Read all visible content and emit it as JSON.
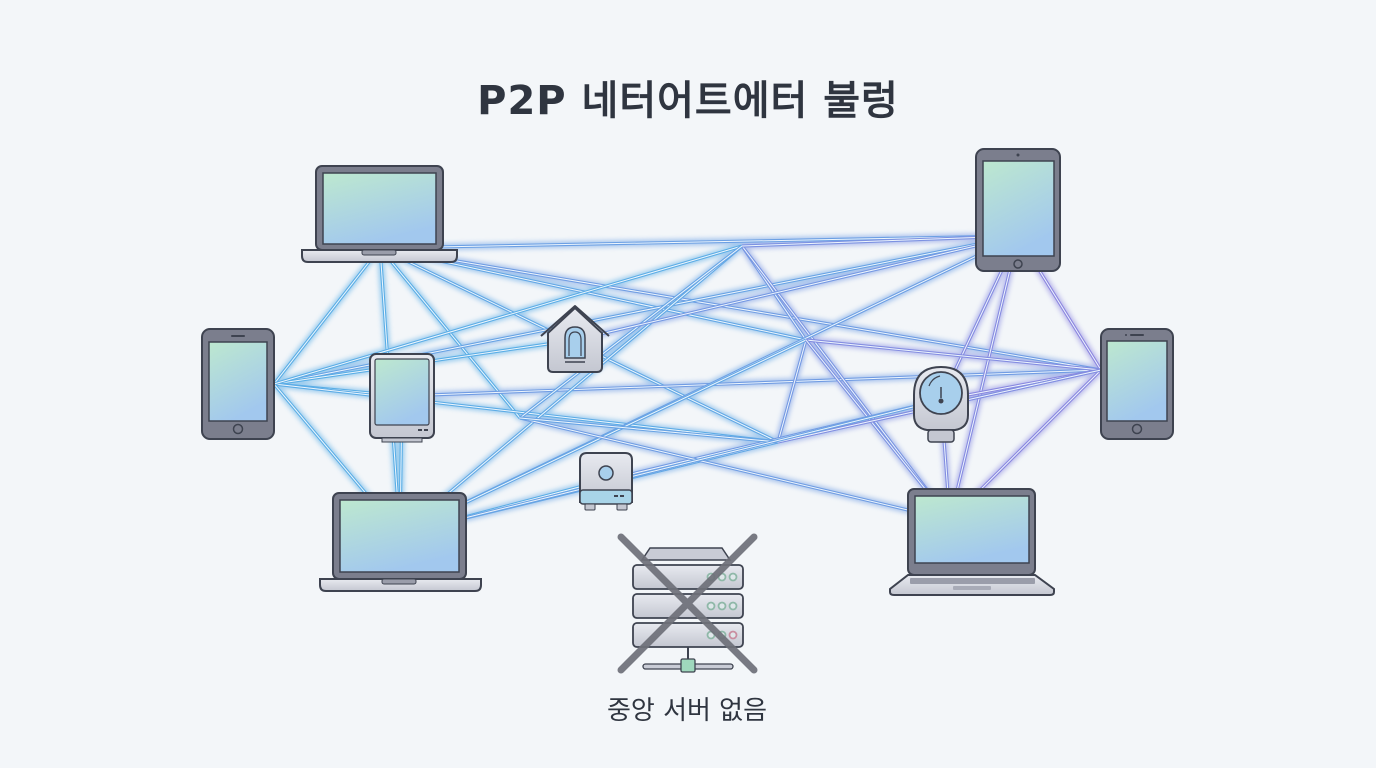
{
  "title": "P2P 네터어트에터 불렁",
  "caption": "중앙 서버 없음",
  "colors": {
    "background": "#f3f6f9",
    "link_blue": "#5aaee6",
    "link_purple": "#8d86e0",
    "device_frame": "#7a7d8c",
    "device_outline": "#3e4350",
    "screen_top": "#b8e6cc",
    "screen_bottom": "#a4c9ee",
    "cross": "#6e7079",
    "server_body": "#c9ccd6"
  },
  "nodes": [
    {
      "id": "laptop-top-left",
      "type": "laptop",
      "label": "laptop"
    },
    {
      "id": "phone-left",
      "type": "phone",
      "label": "smartphone"
    },
    {
      "id": "tablet-small-left",
      "type": "small-tablet",
      "label": "small tablet"
    },
    {
      "id": "laptop-bottom-left",
      "type": "laptop",
      "label": "laptop"
    },
    {
      "id": "smart-home-hub",
      "type": "smart-home",
      "label": "smart home hub"
    },
    {
      "id": "speaker-device",
      "type": "speaker",
      "label": "smart speaker"
    },
    {
      "id": "tablet-top-right",
      "type": "tablet",
      "label": "tablet"
    },
    {
      "id": "phone-right",
      "type": "phone",
      "label": "smartphone"
    },
    {
      "id": "thermostat",
      "type": "thermostat",
      "label": "smart thermostat"
    },
    {
      "id": "laptop-bottom-right",
      "type": "laptop",
      "label": "laptop"
    },
    {
      "id": "hub-center-top",
      "type": "junction",
      "label": "junction"
    },
    {
      "id": "hub-center-mid",
      "type": "junction",
      "label": "junction"
    },
    {
      "id": "hub-center-low",
      "type": "junction",
      "label": "junction"
    },
    {
      "id": "hub-left-mid",
      "type": "junction",
      "label": "junction"
    }
  ],
  "edges": [
    [
      "laptop-top-left",
      "tablet-top-right"
    ],
    [
      "laptop-top-left",
      "hub-center-mid"
    ],
    [
      "laptop-top-left",
      "phone-left"
    ],
    [
      "laptop-top-left",
      "laptop-bottom-left"
    ],
    [
      "laptop-top-left",
      "hub-left-mid"
    ],
    [
      "laptop-top-left",
      "hub-center-low"
    ],
    [
      "laptop-top-left",
      "phone-right"
    ],
    [
      "phone-left",
      "tablet-top-right"
    ],
    [
      "phone-left",
      "smart-home-hub"
    ],
    [
      "phone-left",
      "tablet-small-left"
    ],
    [
      "phone-left",
      "hub-center-low"
    ],
    [
      "phone-left",
      "laptop-bottom-left"
    ],
    [
      "tablet-small-left",
      "laptop-bottom-left"
    ],
    [
      "tablet-small-left",
      "phone-right"
    ],
    [
      "hub-center-top",
      "phone-left"
    ],
    [
      "hub-center-top",
      "laptop-bottom-left"
    ],
    [
      "hub-center-top",
      "hub-center-mid"
    ],
    [
      "hub-center-top",
      "laptop-bottom-right"
    ],
    [
      "hub-center-top",
      "hub-left-mid"
    ],
    [
      "tablet-top-right",
      "hub-center-top"
    ],
    [
      "tablet-top-right",
      "smart-home-hub"
    ],
    [
      "tablet-top-right",
      "laptop-bottom-left"
    ],
    [
      "tablet-top-right",
      "thermostat"
    ],
    [
      "tablet-top-right",
      "laptop-bottom-right"
    ],
    [
      "tablet-top-right",
      "phone-right"
    ],
    [
      "hub-center-mid",
      "phone-right"
    ],
    [
      "hub-center-mid",
      "hub-center-low"
    ],
    [
      "hub-center-mid",
      "laptop-bottom-left"
    ],
    [
      "hub-center-mid",
      "laptop-bottom-right"
    ],
    [
      "phone-right",
      "thermostat"
    ],
    [
      "phone-right",
      "laptop-bottom-right"
    ],
    [
      "phone-right",
      "speaker-device"
    ],
    [
      "phone-right",
      "hub-center-low"
    ],
    [
      "thermostat",
      "laptop-bottom-right"
    ],
    [
      "thermostat",
      "speaker-device"
    ],
    [
      "hub-center-low",
      "laptop-bottom-left"
    ],
    [
      "hub-left-mid",
      "laptop-bottom-right"
    ],
    [
      "hub-left-mid",
      "hub-center-low"
    ],
    [
      "laptop-bottom-left",
      "speaker-device"
    ],
    [
      "laptop-bottom-left",
      "thermostat"
    ]
  ],
  "central_server": {
    "label": "central-server",
    "status": "removed",
    "status_lights": [
      [
        "#8fb8a8",
        "#8fb8a8",
        "#8fb8a8"
      ],
      [
        "#8fb8a8",
        "#8fb8a8",
        "#8fb8a8"
      ],
      [
        "#8fb8a8",
        "#8fb8a8",
        "#c98ea0"
      ]
    ]
  }
}
